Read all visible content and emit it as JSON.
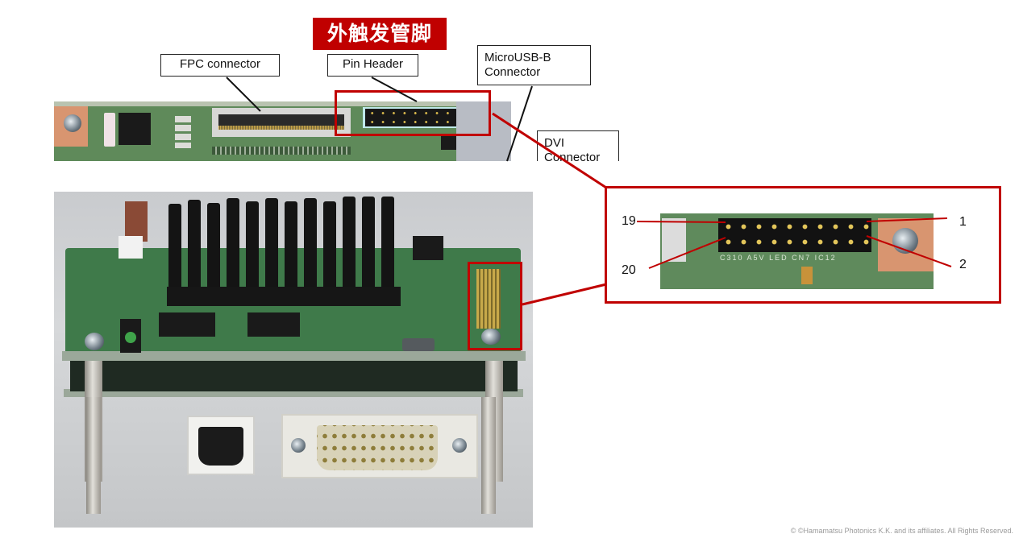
{
  "slide": {
    "title": "外触发管脚",
    "accent_color": "#c00000",
    "callouts": {
      "fpc": "FPC connector",
      "pin_header": "Pin Header",
      "microusb_line1": "MicroUSB-B",
      "microusb_line2": "Connector",
      "dvi_line1": "DVI",
      "dvi_line2": "Connector"
    },
    "pin_labels": {
      "top_left": "19",
      "bottom_left": "20",
      "top_right": "1",
      "bottom_right": "2"
    },
    "silkscreen": [
      "C310",
      "A5V",
      "LED",
      "CN7",
      "IC12"
    ],
    "footer": "© ©Hamamatsu Photonics K.K. and its affiliates. All Rights Reserved."
  }
}
